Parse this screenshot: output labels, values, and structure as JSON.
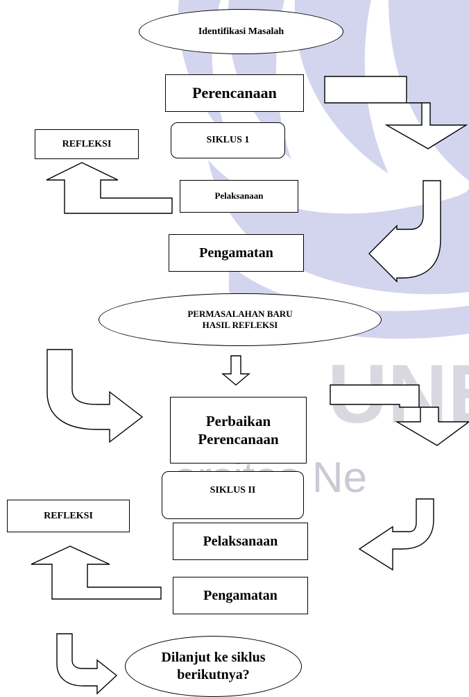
{
  "diagram": {
    "nodes": {
      "identifikasi": "Identifikasi Masalah",
      "perencanaan": "Perencanaan",
      "siklus1": "SIKLUS 1",
      "refleksi1": "REFLEKSI",
      "pelaksanaan1": "Pelaksanaan",
      "pengamatan1": "Pengamatan",
      "permasalahan_line1": "PERMASALAHAN BARU",
      "permasalahan_line2": "HASIL REFLEKSI",
      "perbaikan_line1": "Perbaikan",
      "perbaikan_line2": "Perencanaan",
      "siklus2": "SIKLUS II",
      "refleksi2": "REFLEKSI",
      "pelaksanaan2": "Pelaksanaan",
      "pengamatan2": "Pengamatan",
      "dilanjut_line1": "Dilanjut ke siklus",
      "dilanjut_line2": "berikutnya?"
    },
    "watermark": {
      "line1": "UNE",
      "line2": "ersitas Ne"
    },
    "colors": {
      "background": "#ffffff",
      "shape_stroke": "#000000",
      "text": "#000000",
      "watermark": "#c9cbe8",
      "watermark_text": "#c7c9d6"
    }
  }
}
